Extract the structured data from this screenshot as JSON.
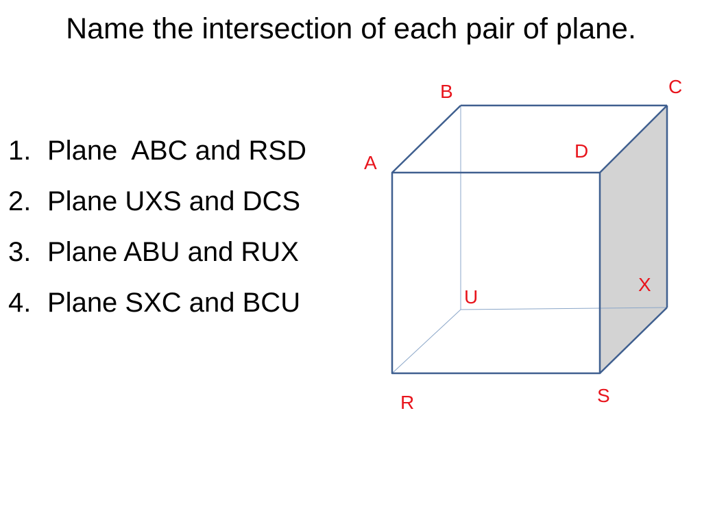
{
  "title": "Name the intersection of each pair of plane.",
  "questions": [
    {
      "number": "1.",
      "text": "Plane  ABC and RSD"
    },
    {
      "number": "2.",
      "text": "Plane UXS and DCS"
    },
    {
      "number": "3.",
      "text": "Plane ABU and RUX"
    },
    {
      "number": "4.",
      "text": "Plane SXC and BCU"
    }
  ],
  "cube": {
    "edge_color": "#3f5f8f",
    "hidden_edge_color": "#8aa6c8",
    "shaded_face_color": "#d3d3d3",
    "label_color": "#e8141c",
    "labels": {
      "A": "A",
      "B": "B",
      "C": "C",
      "D": "D",
      "U": "U",
      "X": "X",
      "R": "R",
      "S": "S"
    }
  }
}
